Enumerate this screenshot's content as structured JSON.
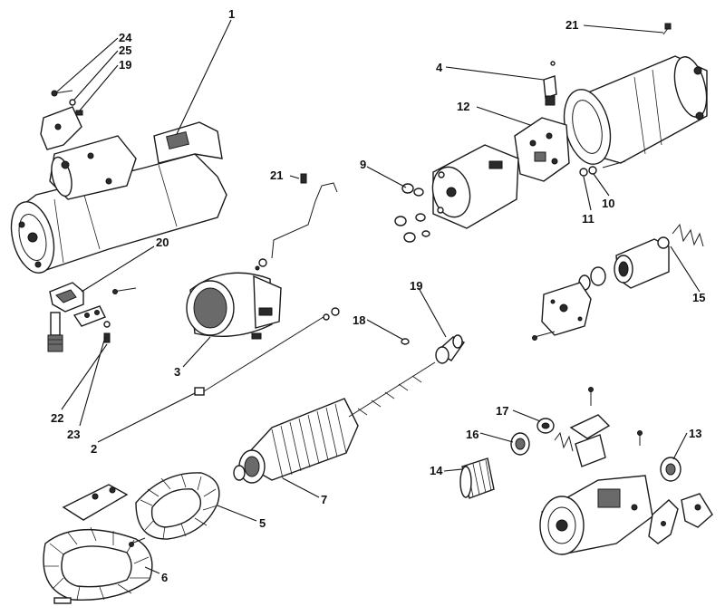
{
  "callouts": [
    {
      "id": "1",
      "text": "1"
    },
    {
      "id": "2",
      "text": "2"
    },
    {
      "id": "3",
      "text": "3"
    },
    {
      "id": "4",
      "text": "4"
    },
    {
      "id": "5",
      "text": "5"
    },
    {
      "id": "6",
      "text": "6"
    },
    {
      "id": "7",
      "text": "7"
    },
    {
      "id": "9",
      "text": "9"
    },
    {
      "id": "10",
      "text": "10"
    },
    {
      "id": "11",
      "text": "11"
    },
    {
      "id": "12",
      "text": "12"
    },
    {
      "id": "13",
      "text": "13"
    },
    {
      "id": "14",
      "text": "14"
    },
    {
      "id": "15",
      "text": "15"
    },
    {
      "id": "16",
      "text": "16"
    },
    {
      "id": "17",
      "text": "17"
    },
    {
      "id": "18",
      "text": "18"
    },
    {
      "id": "19a",
      "text": "19"
    },
    {
      "id": "19b",
      "text": "19"
    },
    {
      "id": "20",
      "text": "20"
    },
    {
      "id": "21a",
      "text": "21"
    },
    {
      "id": "21b",
      "text": "21"
    },
    {
      "id": "22",
      "text": "22"
    },
    {
      "id": "23",
      "text": "23"
    },
    {
      "id": "24",
      "text": "24"
    },
    {
      "id": "25",
      "text": "25"
    }
  ]
}
